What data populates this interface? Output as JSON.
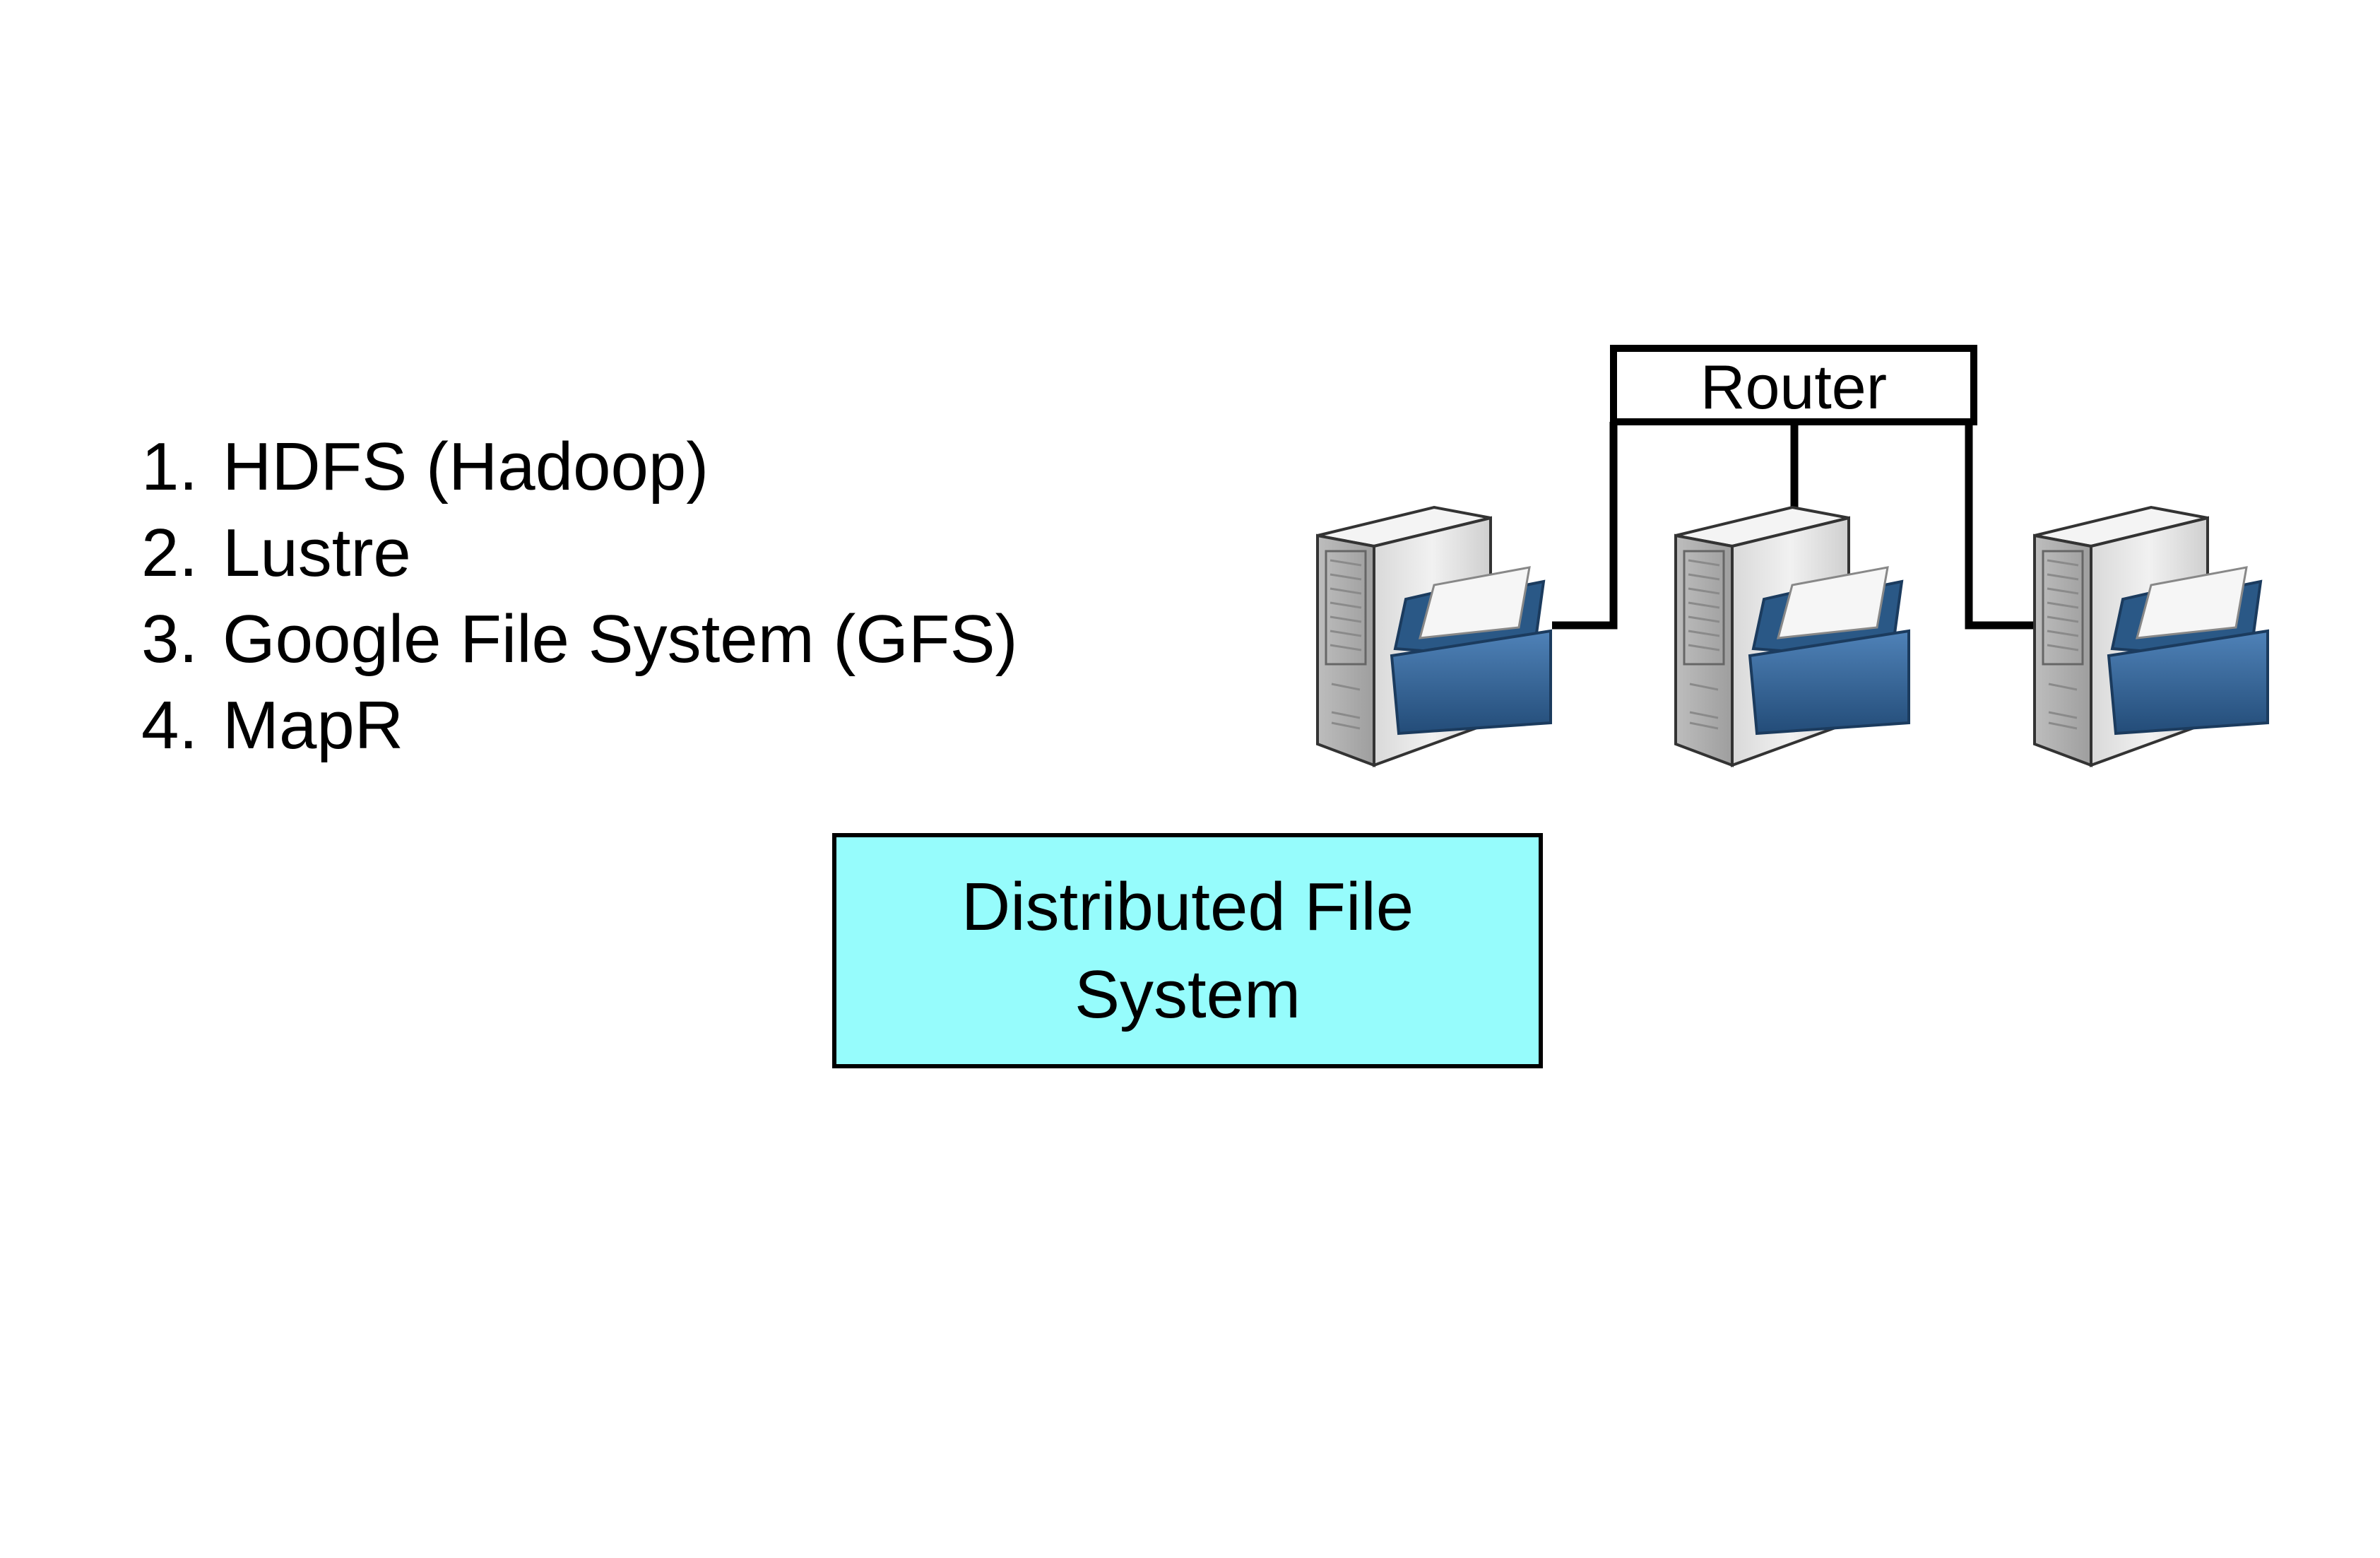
{
  "diagram": {
    "router_label": "Router",
    "systems": [
      {
        "number": "1.",
        "name": "HDFS (Hadoop)"
      },
      {
        "number": "2.",
        "name": "Lustre"
      },
      {
        "number": "3.",
        "name": "Google File System (GFS)"
      },
      {
        "number": "4.",
        "name": "MapR"
      }
    ],
    "dfs_box_label": "Distributed File System",
    "colors": {
      "dfs_box_fill": "#96FCFC",
      "line_color": "#000000",
      "server_body": "#E2E2E2",
      "folder_blue": "#2F5D8E"
    },
    "icons": [
      "server-icon",
      "folder-icon"
    ]
  }
}
